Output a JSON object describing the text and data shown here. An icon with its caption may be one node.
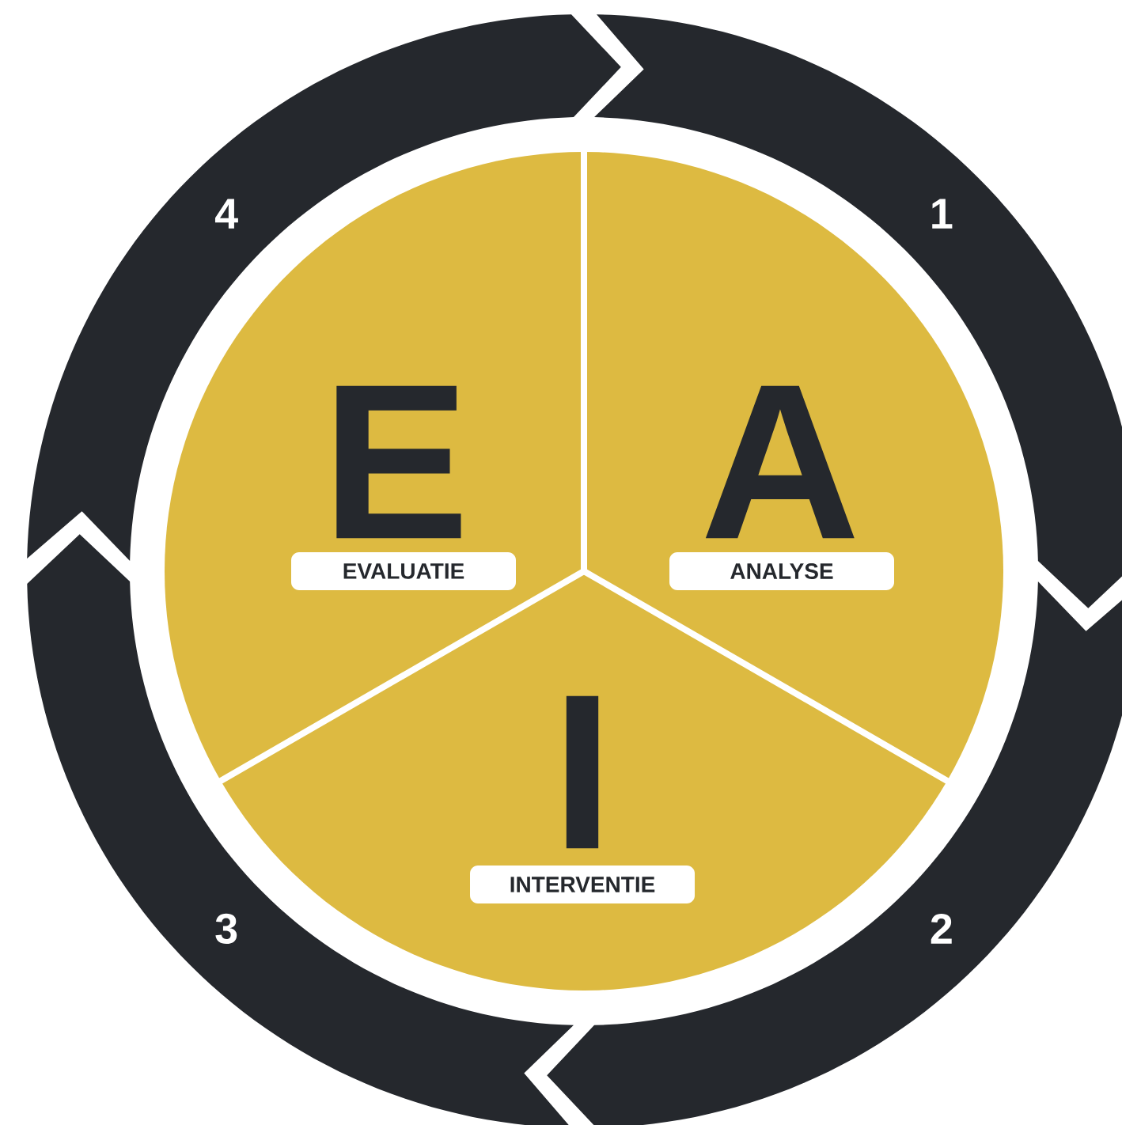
{
  "diagram": {
    "nodes": [
      {
        "text": [
          "4"
        ]
      },
      {
        "text": [
          "1"
        ]
      },
      {
        "text": [
          "E",
          "EVALUATIE"
        ]
      },
      {
        "text": [
          "A",
          "ANALYSE"
        ]
      },
      {
        "text": [
          "I",
          "INTERVENTIE"
        ]
      },
      {
        "text": [
          "3"
        ]
      },
      {
        "text": [
          "2"
        ]
      }
    ]
  }
}
